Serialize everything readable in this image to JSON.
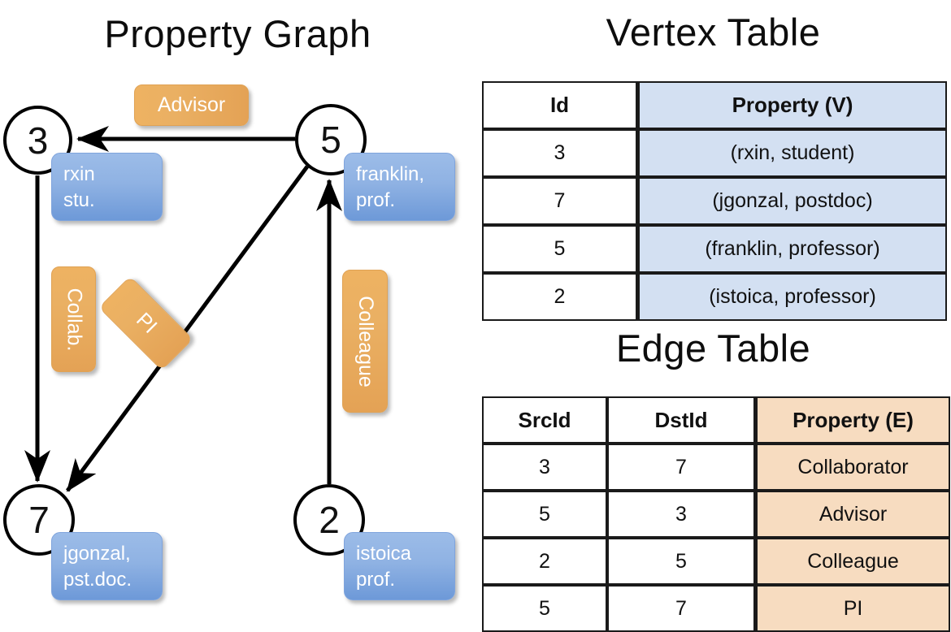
{
  "titles": {
    "property_graph": "Property Graph",
    "vertex_table": "Vertex Table",
    "edge_table": "Edge Table"
  },
  "graph": {
    "nodes": [
      {
        "id": "3",
        "name": "node-3",
        "property_lines": [
          "rxin",
          "stu."
        ]
      },
      {
        "id": "5",
        "name": "node-5",
        "property_lines": [
          "franklin,",
          "prof."
        ]
      },
      {
        "id": "7",
        "name": "node-7",
        "property_lines": [
          "jgonzal,",
          "pst.doc."
        ]
      },
      {
        "id": "2",
        "name": "node-2",
        "property_lines": [
          "istoica",
          "prof."
        ]
      }
    ],
    "edge_labels": {
      "advisor": "Advisor",
      "collab": "Collab.",
      "pi": "PI",
      "colleague": "Colleague"
    },
    "edges": [
      {
        "src": "5",
        "dst": "3",
        "label": "Advisor"
      },
      {
        "src": "3",
        "dst": "7",
        "label": "Collab."
      },
      {
        "src": "5",
        "dst": "7",
        "label": "PI"
      },
      {
        "src": "2",
        "dst": "5",
        "label": "Colleague"
      }
    ]
  },
  "vertex_table": {
    "columns": [
      "Id",
      "Property (V)"
    ],
    "rows": [
      {
        "id": "3",
        "property": "(rxin, student)"
      },
      {
        "id": "7",
        "property": "(jgonzal, postdoc)"
      },
      {
        "id": "5",
        "property": "(franklin, professor)"
      },
      {
        "id": "2",
        "property": "(istoica, professor)"
      }
    ]
  },
  "edge_table": {
    "columns": [
      "SrcId",
      "DstId",
      "Property (E)"
    ],
    "rows": [
      {
        "src": "3",
        "dst": "7",
        "property": "Collaborator"
      },
      {
        "src": "5",
        "dst": "3",
        "property": "Advisor"
      },
      {
        "src": "2",
        "dst": "5",
        "property": "Colleague"
      },
      {
        "src": "5",
        "dst": "7",
        "property": "PI"
      }
    ]
  },
  "colors": {
    "vertex_property_fill": "#d3e0f2",
    "edge_property_fill": "#f7dcc0",
    "node_box_blue": "#8fb2e3",
    "edge_label_orange": "#eab063",
    "stroke": "#000000"
  }
}
